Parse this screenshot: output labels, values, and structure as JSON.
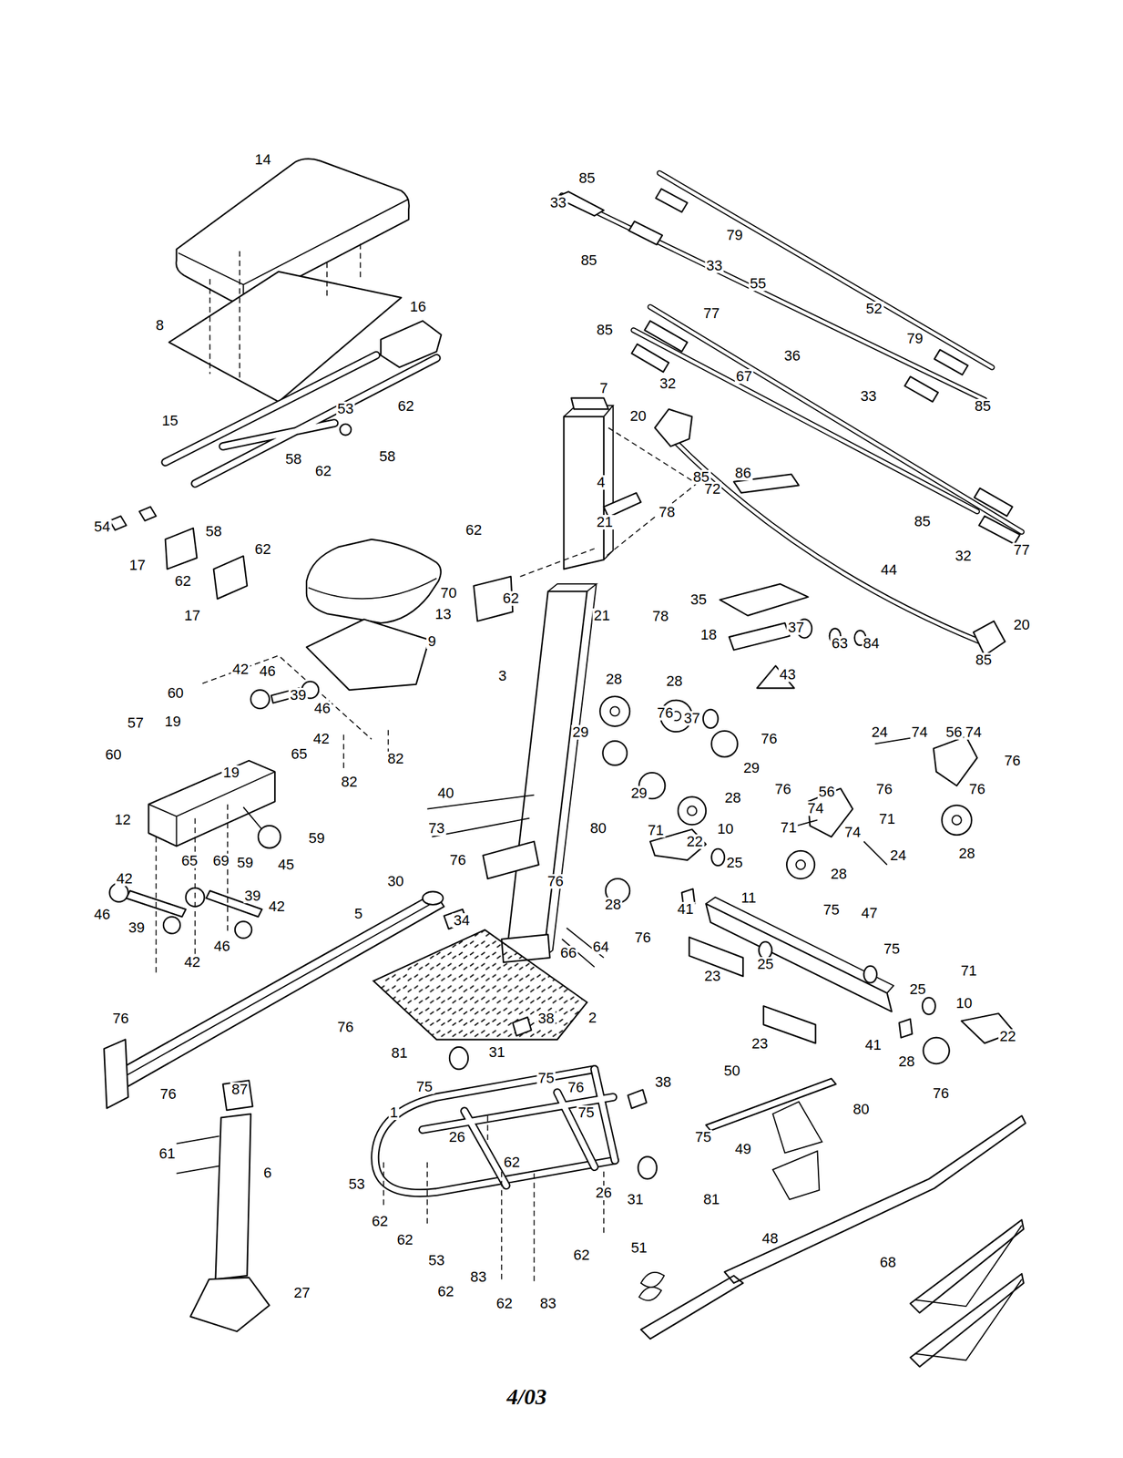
{
  "diagram": {
    "caption": "4/03",
    "labels": [
      "14",
      "16",
      "8",
      "62",
      "15",
      "53",
      "58",
      "62",
      "58",
      "54",
      "58",
      "62",
      "17",
      "62",
      "17",
      "13",
      "9",
      "42",
      "46",
      "60",
      "57",
      "19",
      "39",
      "46",
      "60",
      "12",
      "19",
      "65",
      "42",
      "82",
      "82",
      "65",
      "69",
      "45",
      "59",
      "59",
      "42",
      "46",
      "39",
      "46",
      "39",
      "42",
      "42",
      "5",
      "30",
      "34",
      "76",
      "76",
      "76",
      "81",
      "31",
      "75",
      "2",
      "38",
      "75",
      "76",
      "75",
      "38",
      "1",
      "26",
      "62",
      "75",
      "31",
      "81",
      "87",
      "61",
      "6",
      "53",
      "62",
      "62",
      "53",
      "62",
      "83",
      "62",
      "83",
      "26",
      "62",
      "51",
      "27",
      "48",
      "68",
      "49",
      "50",
      "85",
      "33",
      "85",
      "79",
      "33",
      "55",
      "52",
      "85",
      "77",
      "79",
      "36",
      "67",
      "32",
      "33",
      "85",
      "7",
      "4",
      "20",
      "85",
      "86",
      "72",
      "85",
      "32",
      "77",
      "44",
      "20",
      "85",
      "62",
      "21",
      "78",
      "70",
      "62",
      "21",
      "78",
      "35",
      "18",
      "37",
      "63",
      "84",
      "43",
      "37",
      "3",
      "28",
      "28",
      "29",
      "76",
      "76",
      "29",
      "24",
      "74",
      "56",
      "74",
      "76",
      "76",
      "76",
      "74",
      "56",
      "76",
      "71",
      "74",
      "71",
      "24",
      "28",
      "28",
      "40",
      "29",
      "28",
      "73",
      "80",
      "71",
      "22",
      "10",
      "25",
      "76",
      "76",
      "28",
      "64",
      "66",
      "76",
      "41",
      "11",
      "25",
      "75",
      "47",
      "75",
      "71",
      "25",
      "10",
      "22",
      "23",
      "23",
      "41",
      "28",
      "80",
      "76"
    ]
  }
}
